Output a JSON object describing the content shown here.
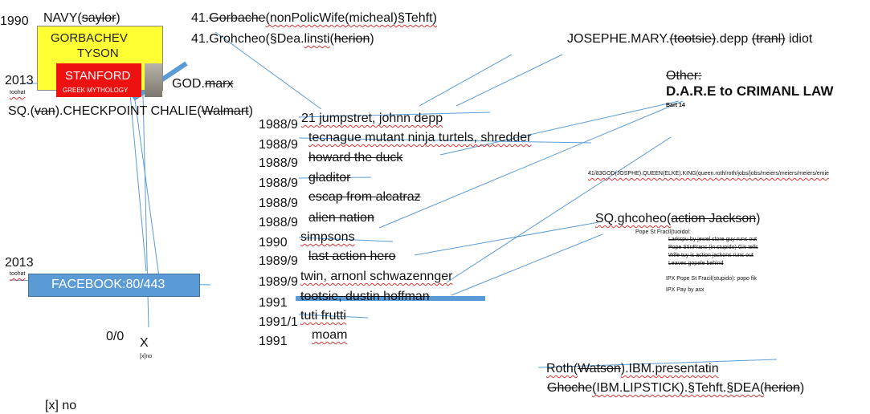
{
  "left": {
    "year_1990": "1990",
    "navy": "NAVY(saylor)",
    "gorbachev": "GORBACHEV",
    "tyson": "TYSON",
    "stanford": "STANFORD",
    "greek": "GREEK MYTHOLOGY",
    "year_2013_a": "2013",
    "toohat_a": "toohat",
    "god_marx": "GOD.marx",
    "checkpoint": "SQ.(van).CHECKPOINT CHALIE(Walmart)",
    "year_2013_b": "2013",
    "toohat_b": "toohat",
    "facebook": "FACEBOOK:80/443",
    "zero": "0/0",
    "x_mark": "X",
    "x_small": "[x]no",
    "x_no": "[x] no"
  },
  "top": {
    "line1": "41.Gorbache(nonPolicWife(micheal)§Tehft)",
    "line2": "41.Grohcheo(§Dea.linsti(herion)",
    "josephe": "JOSEPHE.MARY.(tootsie).depp (tranl) idiot"
  },
  "right": {
    "other": "Other:",
    "dare": "D.A.R.E to CRIMANL LAW",
    "bart": "Bart 14",
    "long_line": "41/83GOD(JOSPHE).QUEEN(ELKE).KING(queen.roth/roth/jobs/jobs/meiers/meiers/meiers/emie",
    "sq_ghcoheo": "SQ.ghcoheo(action Jackson)",
    "pope1": "Pope St Fracil(tuoidol:",
    "pope2": "Larkspu by jewel store guy runs out",
    "pope3": "Pope StinFranc (in stupido) Giv tells",
    "pope4": "Wife tuy is action jackons runs out",
    "pope5": "Leaves gopele behind",
    "ipx1": "IPX  Pope St Fracil(stupido): popo fik",
    "ipx2": "IPX Pay by asx",
    "roth": "Roth(Watson).IBM.presentatin",
    "ghoche": "Ghoche(IBM.LIPSTICK).§Tehft.§DEA(herion)"
  },
  "timeline": {
    "years": [
      "1988/9",
      "1988/9",
      "1988/9",
      "1988/9",
      "1988/9",
      "1988/9",
      "1990",
      "1989/9",
      "1989/9",
      "1991",
      "1991/1",
      "1991"
    ],
    "titles": [
      "21 jumpstret, johnn depp",
      "tecnague mutant ninja turtels, shredder",
      "howard the duck",
      "gladitor",
      "escap from alcatraz",
      "alien nation",
      "simpsons",
      "last action hero",
      "twin, arnonl schwazennger",
      "tootsie, dustin hoffman",
      "tuti frutti",
      "moam"
    ]
  },
  "colors": {
    "line": "#5b9bd5",
    "yellow": "#ffff33",
    "red": "#ee1111",
    "facebook": "#5b9bd5"
  }
}
